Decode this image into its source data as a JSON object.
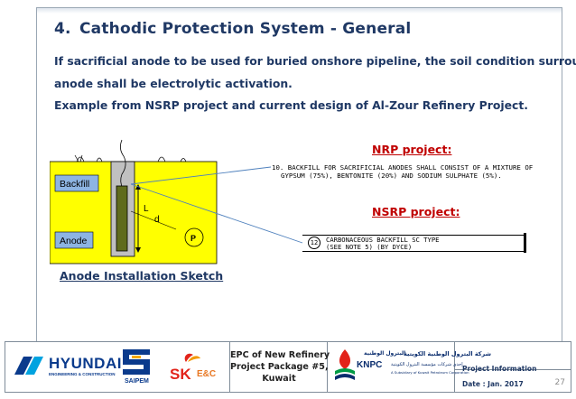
{
  "slide": {
    "title_number": "4.",
    "title": "Cathodic Protection System - General",
    "body_lines": [
      "If sacrificial anode to be used for buried onshore pipeline, the soil condition surround",
      "anode shall be electrolytic activation.",
      "Example from NSRP project and current design of Al-Zour Refinery Project."
    ],
    "sketch": {
      "labels": {
        "backfill": "Backfill",
        "anode": "Anode",
        "L": "L",
        "d": "d",
        "pipe": "P"
      },
      "caption": "Anode Installation Sketch",
      "colors": {
        "soil": "#ffff00",
        "label_box": "#8db4e2",
        "anode": "#5f6b1c",
        "backfill": "#c0c0c0"
      }
    },
    "nrp": {
      "title": "NRP project:",
      "note_lines": [
        "10. BACKFILL FOR SACRIFICIAL ANODES SHALL CONSIST OF A MIXTURE OF",
        "GYPSUM (75%), BENTONITE (20%) AND SODIUM SULPHATE (5%)."
      ]
    },
    "nsrp": {
      "title": "NSRP project:",
      "item_number": "12",
      "note_lines": [
        "CARBONACEOUS BACKFILL SC TYPE",
        "(SEE NOTE 5) (BY DYCE)"
      ]
    }
  },
  "footer": {
    "logos": {
      "hyundai": "HYUNDAI",
      "hyundai_sub": "ENGINEERING & CONSTRUCTION",
      "saipem": "SAIPEM",
      "sk": "SK",
      "sk_ec": "E&C",
      "knpc": "KNPC",
      "knpc_arabic_1": "شركة البترول الوطنية الكويتية",
      "knpc_arabic_2": "البترول الوطنية",
      "knpc_arabic_3": "إحدى شركات مؤسسة البترول الكويتية",
      "knpc_sub": "A Subsidiary of Kuwait Petroleum Corporation"
    },
    "project_lines": [
      "EPC of New Refinery",
      "Project Package #5,",
      "Kuwait"
    ],
    "info_label": "Project Information",
    "date": "Date : Jan. 2017",
    "page_number": "27"
  }
}
